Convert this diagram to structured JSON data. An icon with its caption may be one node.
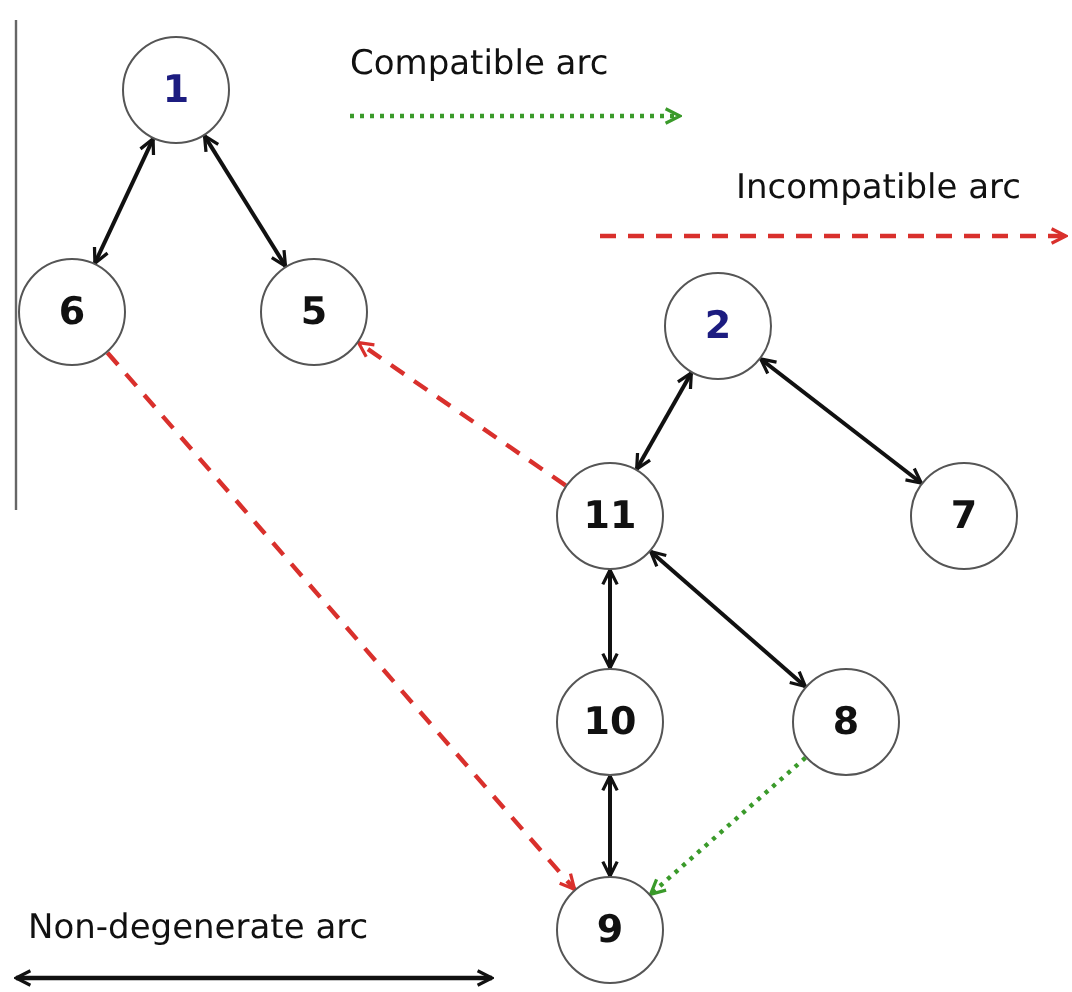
{
  "diagram": {
    "nodes": [
      {
        "text": [
          "1"
        ]
      },
      {
        "text": [
          "6"
        ]
      },
      {
        "text": [
          "5"
        ]
      },
      {
        "text": [
          "2"
        ]
      },
      {
        "text": [
          "11"
        ]
      },
      {
        "text": [
          "7"
        ]
      },
      {
        "text": [
          "10"
        ]
      },
      {
        "text": [
          "8"
        ]
      },
      {
        "text": [
          "9"
        ]
      }
    ],
    "edges": [
      {
        "from": 0,
        "to": 1,
        "arrow": "both"
      },
      {
        "from": 0,
        "to": 2,
        "arrow": "both"
      },
      {
        "from": 3,
        "to": 4,
        "arrow": "both"
      },
      {
        "from": 3,
        "to": 5,
        "arrow": "both"
      },
      {
        "from": 4,
        "to": 6,
        "arrow": "both"
      },
      {
        "from": 4,
        "to": 7,
        "arrow": "both"
      },
      {
        "from": 6,
        "to": 8,
        "arrow": "both"
      },
      {
        "from": 4,
        "to": 2,
        "arrow": "to",
        "style": "dashed",
        "color": "#d9302c"
      },
      {
        "from": 1,
        "to": 8,
        "arrow": "to",
        "style": "dashed",
        "color": "#d9302c"
      },
      {
        "from": 7,
        "to": 8,
        "arrow": "to",
        "style": "dashed",
        "color": "#3a9a2a"
      }
    ],
    "legend": [
      {
        "text": "Compatible arc"
      },
      {
        "text": "Incompatible arc"
      },
      {
        "text": "Non-degenerate arc"
      }
    ]
  }
}
